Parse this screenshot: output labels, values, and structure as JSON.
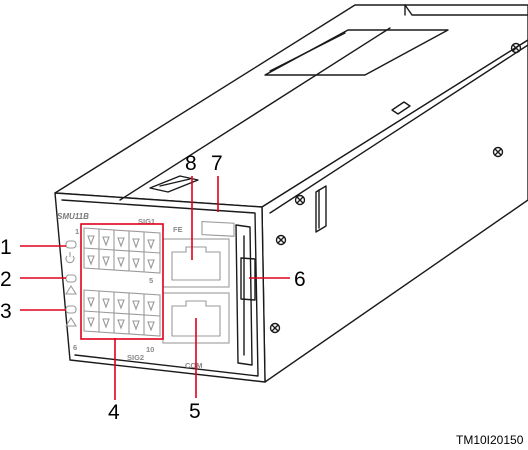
{
  "figure_id": "TM10I20150",
  "panel": {
    "model": "SMU11B",
    "sig1": "SIG1",
    "sig2": "SIG2",
    "fe": "FE",
    "com": "COM",
    "pin1": "1",
    "pin5": "5",
    "pin6": "6",
    "pin10": "10"
  },
  "callouts": [
    "1",
    "2",
    "3",
    "4",
    "5",
    "6",
    "7",
    "8"
  ],
  "colors": {
    "callout_box": "#e0001b",
    "outline": "#1a1a1a",
    "panel_gray": "#9a9a9a"
  }
}
